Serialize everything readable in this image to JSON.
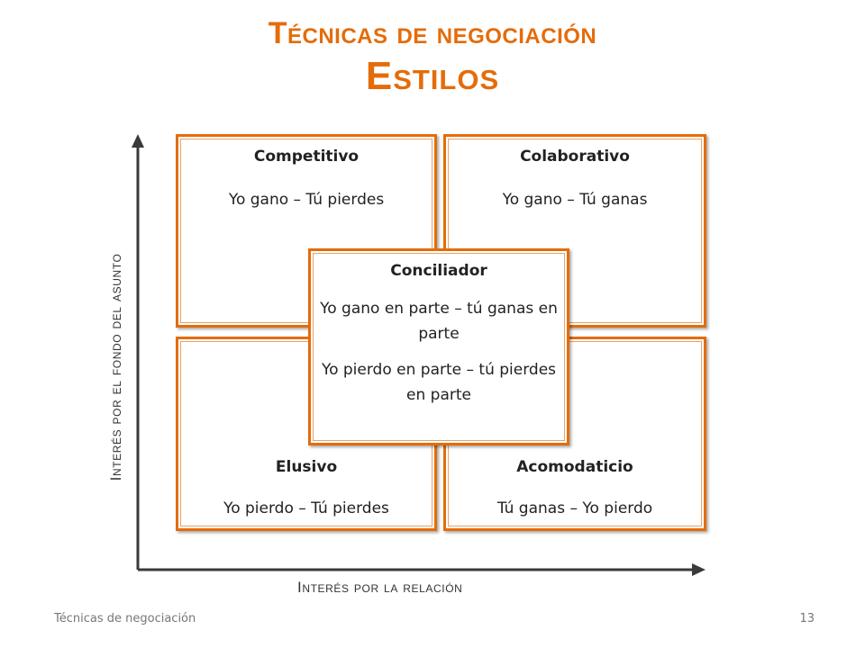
{
  "title": {
    "line1": "Técnicas de negociación",
    "line2": "Estilos"
  },
  "quadrants": {
    "competitivo": {
      "name": "Competitivo",
      "text": "Yo gano – Tú pierdes"
    },
    "colaborativo": {
      "name": "Colaborativo",
      "text": "Yo gano – Tú ganas"
    },
    "elusivo": {
      "name": "Elusivo",
      "text": "Yo pierdo – Tú pierdes"
    },
    "acomodaticio": {
      "name": "Acomodaticio",
      "text": "Tú ganas – Yo pierdo"
    }
  },
  "center": {
    "name": "Conciliador",
    "text1": "Yo gano en parte – tú ganas en parte",
    "text2": "Yo pierdo en parte – tú pierdes en parte"
  },
  "axes": {
    "x_label": "Interés por la relación",
    "y_label": "Interés por el fondo del asunto"
  },
  "footer": {
    "left": "Técnicas de negociación",
    "page": "13"
  },
  "colors": {
    "accent": "#e46c0a",
    "axis": "#3a3a3a"
  }
}
